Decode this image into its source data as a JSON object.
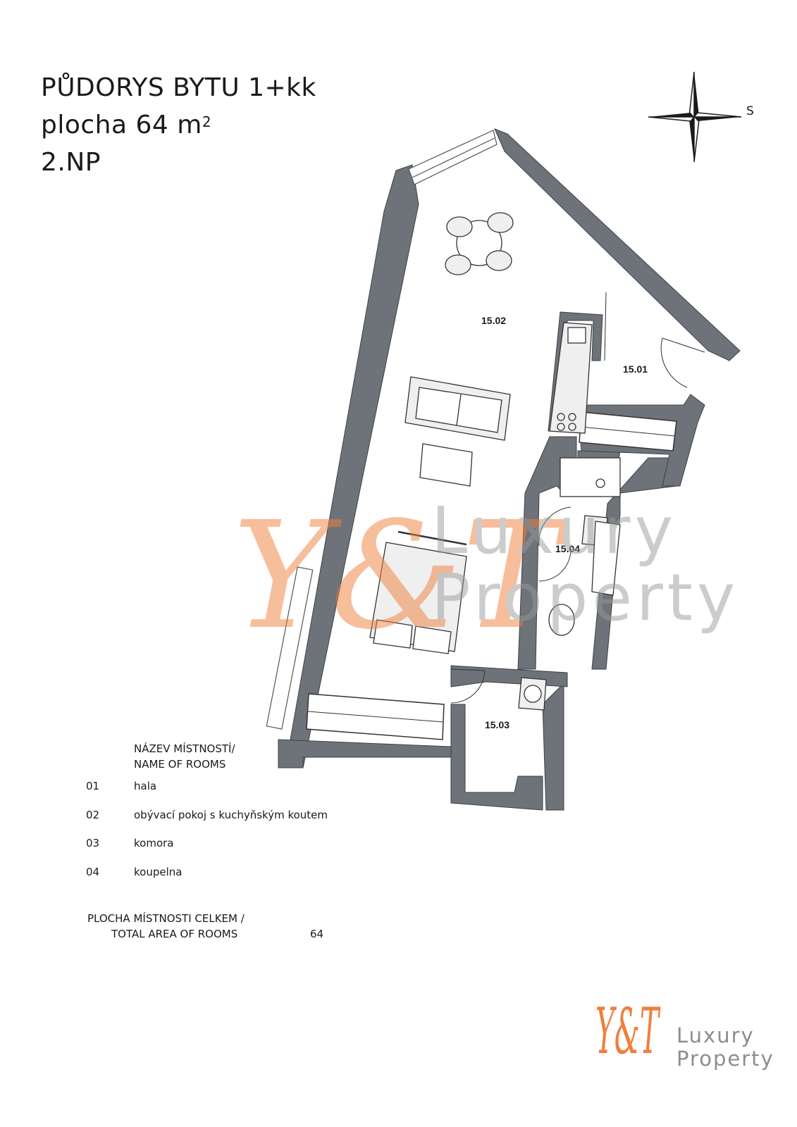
{
  "header": {
    "line1": "PŮDORYS BYTU  1+kk",
    "line2_prefix": "plocha 64 m",
    "line2_sup": "2",
    "line3": "2.NP"
  },
  "compass": {
    "label": "S"
  },
  "rooms": {
    "r1501": "15.01",
    "r1502": "15.02",
    "r1503": "15.03",
    "r1504": "15.04"
  },
  "legend": {
    "header_line1": "NÁZEV MÍSTNOSTÍ/",
    "header_line2": "NAME OF ROOMS",
    "items": [
      {
        "num": "01",
        "name": "hala"
      },
      {
        "num": "02",
        "name": "obývací pokoj s kuchyňským koutem"
      },
      {
        "num": "03",
        "name": "komora"
      },
      {
        "num": "04",
        "name": "koupelna"
      }
    ],
    "total_line1": "PLOCHA MÍSTNOSTI CELKEM /",
    "total_line2": "TOTAL AREA OF ROOMS",
    "total_value": "64"
  },
  "watermark": {
    "line1": "Luxury",
    "line2": "Property",
    "monogram": "Y&T"
  },
  "logo": {
    "line1": "Luxury",
    "line2": "Property",
    "monogram": "Y&T"
  },
  "colors": {
    "wall": "#6d7379",
    "accent": "#f07f3c",
    "furniture_fill": "#efefef",
    "text": "#1a1a1a"
  }
}
